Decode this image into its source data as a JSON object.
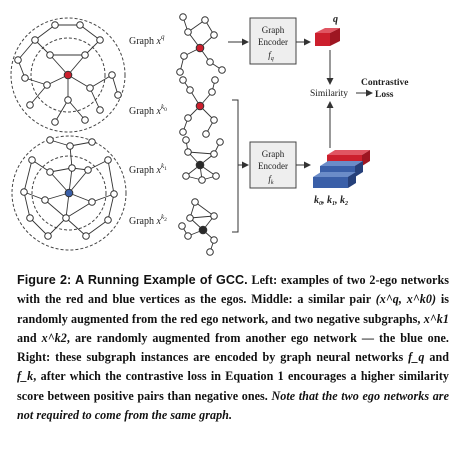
{
  "figure": {
    "graph_labels": {
      "q": {
        "base": "Graph ",
        "var": "x",
        "sup": "q"
      },
      "k0": {
        "base": "Graph ",
        "var": "x",
        "sup": "k",
        "sub": "0"
      },
      "k1": {
        "base": "Graph ",
        "var": "x",
        "sup": "k",
        "sub": "1"
      },
      "k2": {
        "base": "Graph ",
        "var": "x",
        "sup": "k",
        "sub": "2"
      }
    },
    "encoder_q": {
      "line1": "Graph",
      "line2": "Encoder",
      "fn": "f",
      "fn_sub": "q"
    },
    "encoder_k": {
      "line1": "Graph",
      "line2": "Encoder",
      "fn": "f",
      "fn_sub": "k"
    },
    "q_label": "q",
    "k_label": "k0, k1, k2",
    "k_label_parts": {
      "k": "k",
      "s0": "0",
      "s1": "1",
      "s2": "2"
    },
    "similarity": "Similarity",
    "loss_line1": "Contrastive",
    "loss_line2": "Loss",
    "colors": {
      "red": "#cc1f2d",
      "blue": "#3a5fa8",
      "dark_node": "#2a2a2a",
      "box_fill": "#eeeeee"
    }
  },
  "caption": {
    "title": "Figure 2: A Running Example of GCC.",
    "part1": " Left: examples of two 2-ego networks with the red and blue vertices as the egos. Middle: a similar pair ",
    "pair": "(x^q, x^k0)",
    "part2": " is randomly augmented from the red ego network, and two negative subgraphs, ",
    "neg1": "x^k1",
    "and": " and ",
    "neg2": "x^k2",
    "part3": ", are randomly augmented from another ego network — the blue one. Right: these subgraph instances are encoded by graph neural networks ",
    "fq": "f_q",
    "and2": " and ",
    "fk": "f_k",
    "part4": ", after which the contrastive loss in Equation 1 encourages a higher similarity score between positive pairs than negative ones. ",
    "italic_note": "Note that the two ego networks are not required to come from the same graph."
  }
}
